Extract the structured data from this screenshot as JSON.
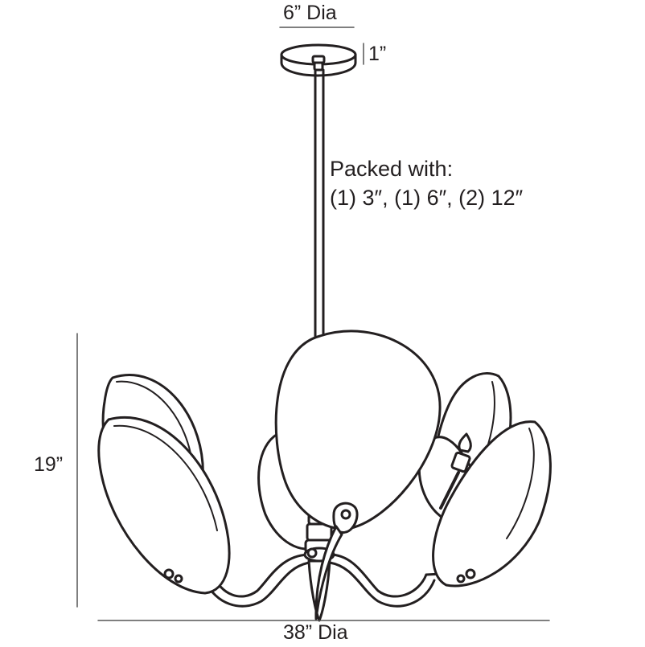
{
  "dimensions": {
    "canopy_diameter": "6” Dia",
    "canopy_height": "1”",
    "overall_height": "19”",
    "overall_diameter": "38” Dia"
  },
  "packing_note": {
    "line1": "Packed with:",
    "line2": "(1) 3″, (1) 6″, (2) 12″"
  },
  "colors": {
    "line": "#231f20",
    "shade_fill": "#ffffff",
    "dimension_line": "#555555"
  }
}
